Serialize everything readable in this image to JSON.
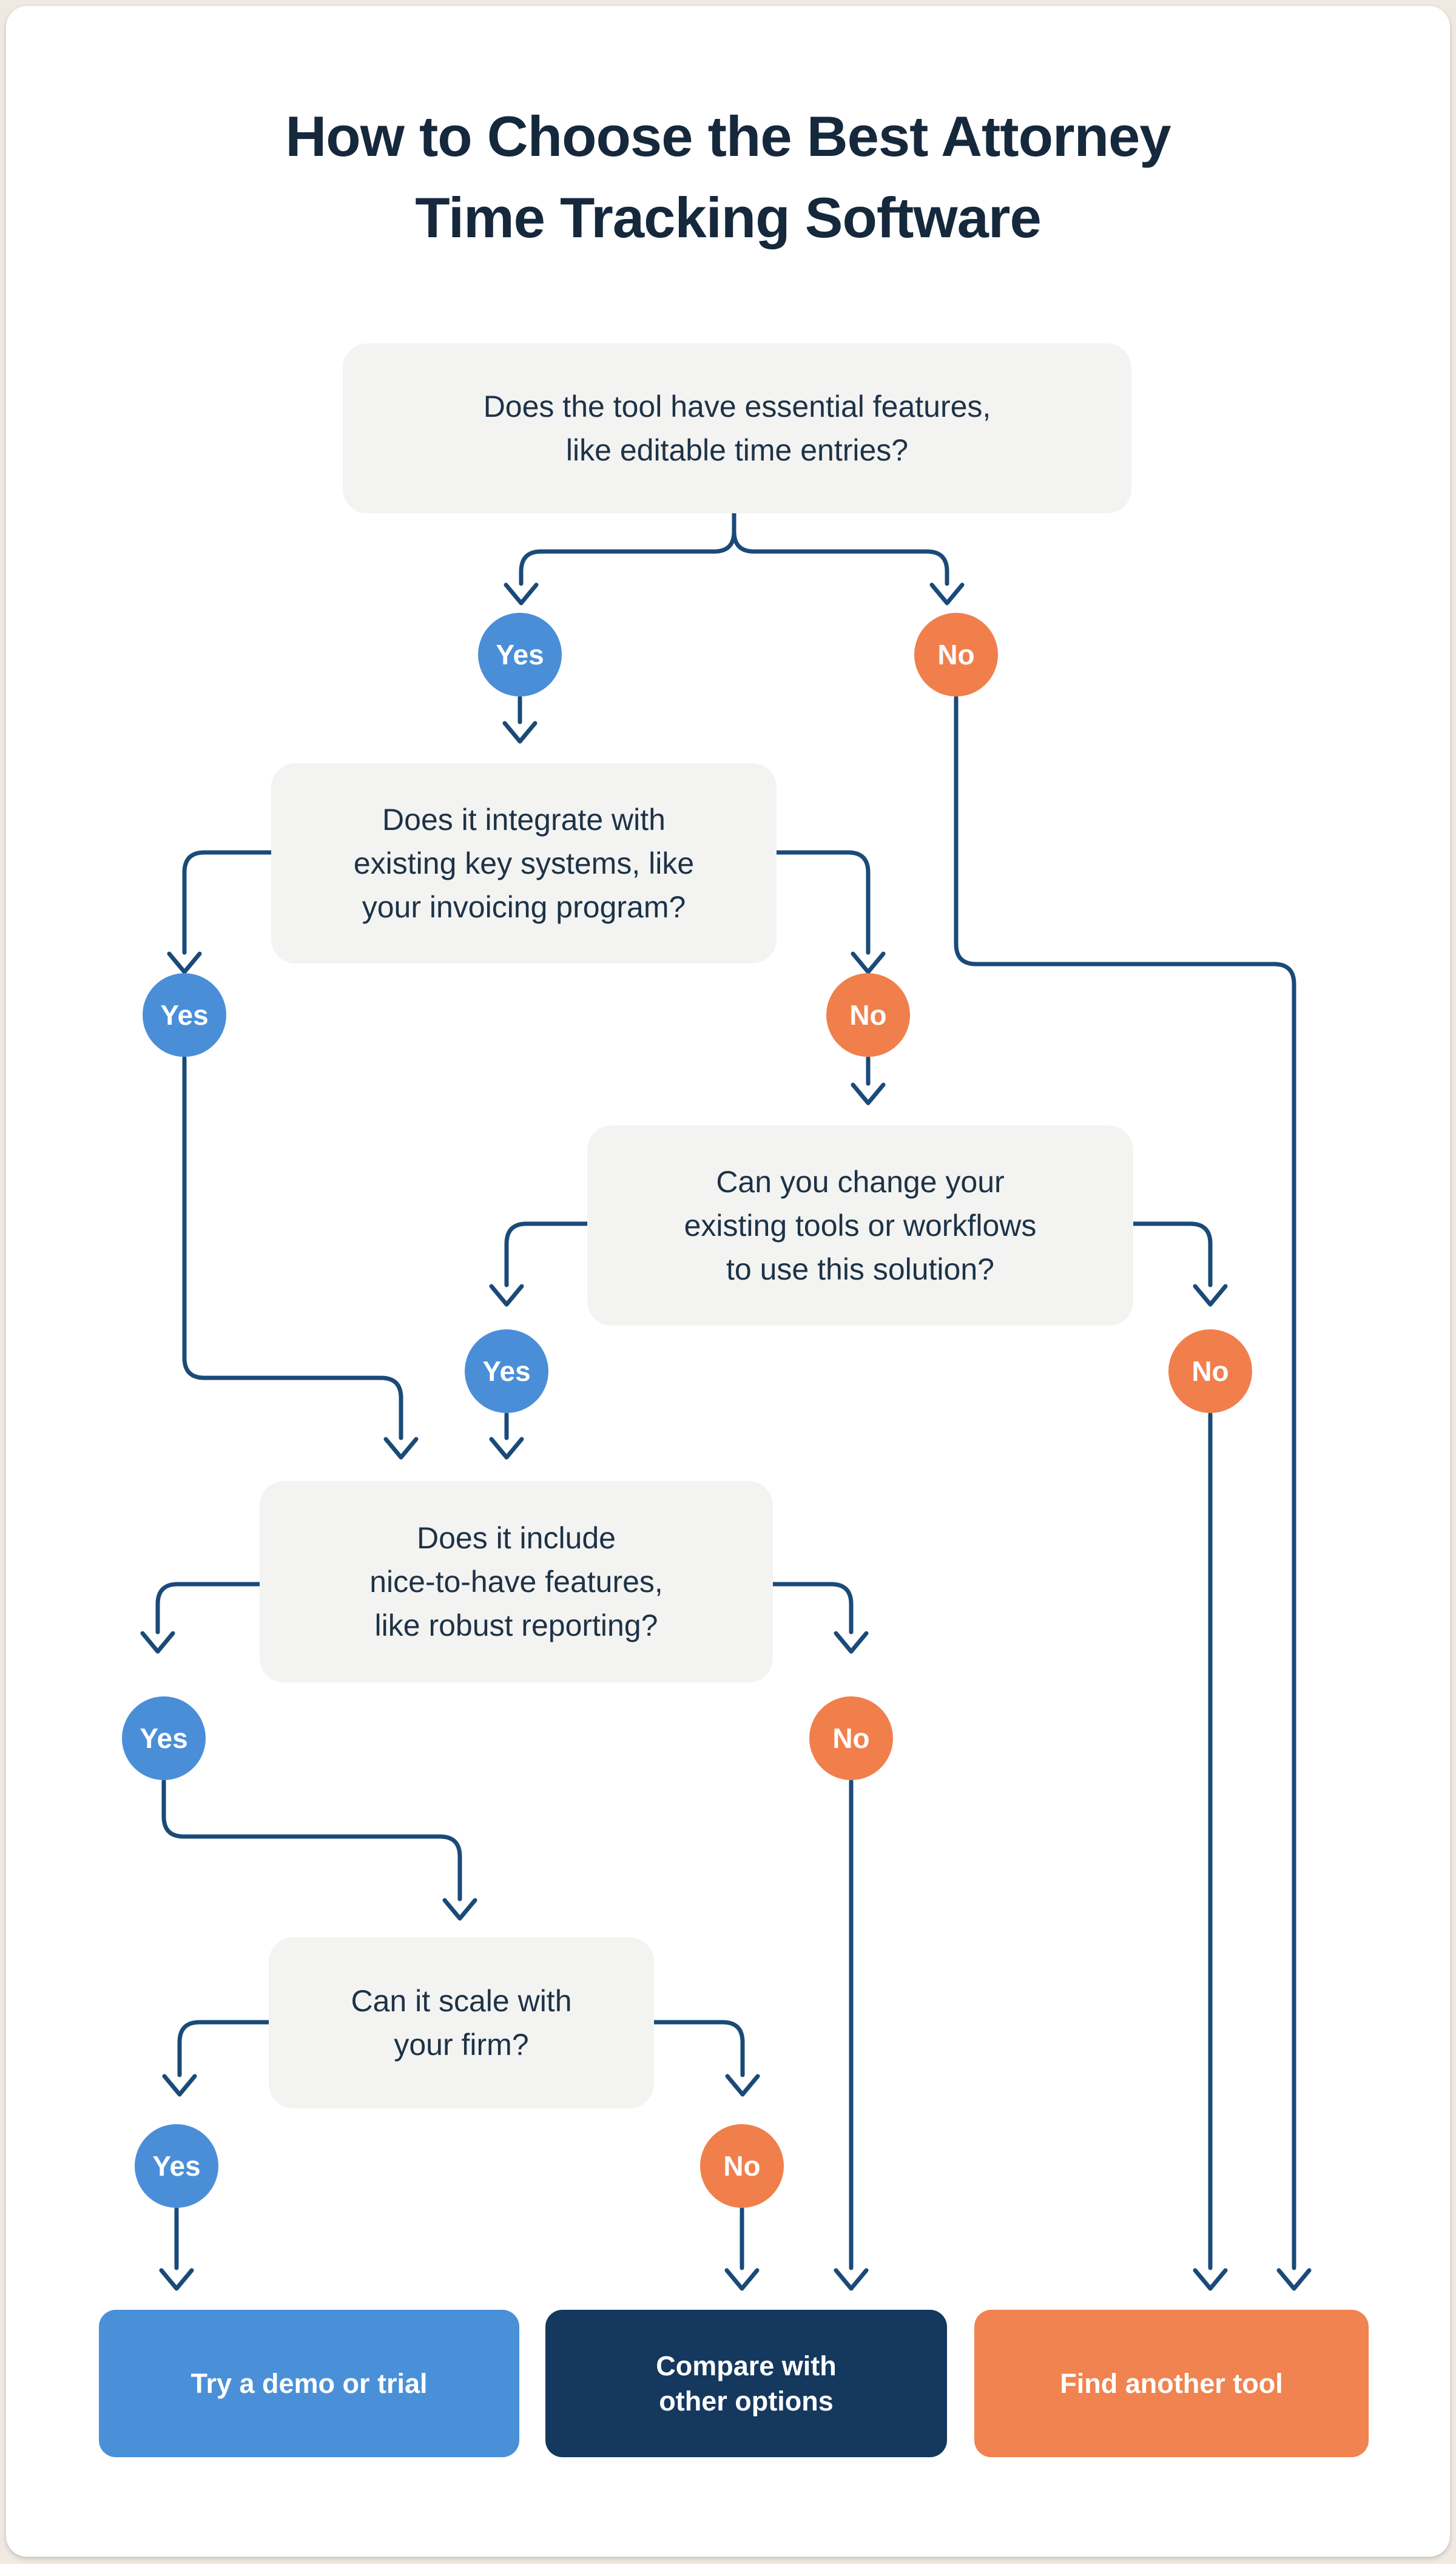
{
  "colors": {
    "blue": "#4a8ed8",
    "orange": "#f07f4c",
    "navy": "#14385e",
    "line": "#1a4a78",
    "box-bg": "#f3f3f1",
    "ink": "#1d3247",
    "title-ink": "#15283c",
    "frame": "#efe9e1",
    "card": "#ffffff"
  },
  "title": {
    "lines": [
      "How to Choose the Best Attorney",
      "Time Tracking Software"
    ]
  },
  "answers": {
    "yes": "Yes",
    "no": "No"
  },
  "questions": {
    "q1": {
      "lines": [
        "Does the tool have essential features,",
        "like editable time entries?"
      ]
    },
    "q2": {
      "lines": [
        "Does it integrate with",
        "existing key systems, like",
        "your invoicing program?"
      ]
    },
    "q3": {
      "lines": [
        "Can you change your",
        "existing tools or workflows",
        "to use this solution?"
      ]
    },
    "q4": {
      "lines": [
        "Does it include",
        "nice-to-have features,",
        "like robust reporting?"
      ]
    },
    "q5": {
      "lines": [
        "Can it scale with",
        "your firm?"
      ]
    }
  },
  "outcomes": {
    "demo": {
      "lines": [
        "Try a demo or trial"
      ]
    },
    "compare": {
      "lines": [
        "Compare with",
        "other options"
      ]
    },
    "find": {
      "lines": [
        "Find another tool"
      ]
    }
  }
}
